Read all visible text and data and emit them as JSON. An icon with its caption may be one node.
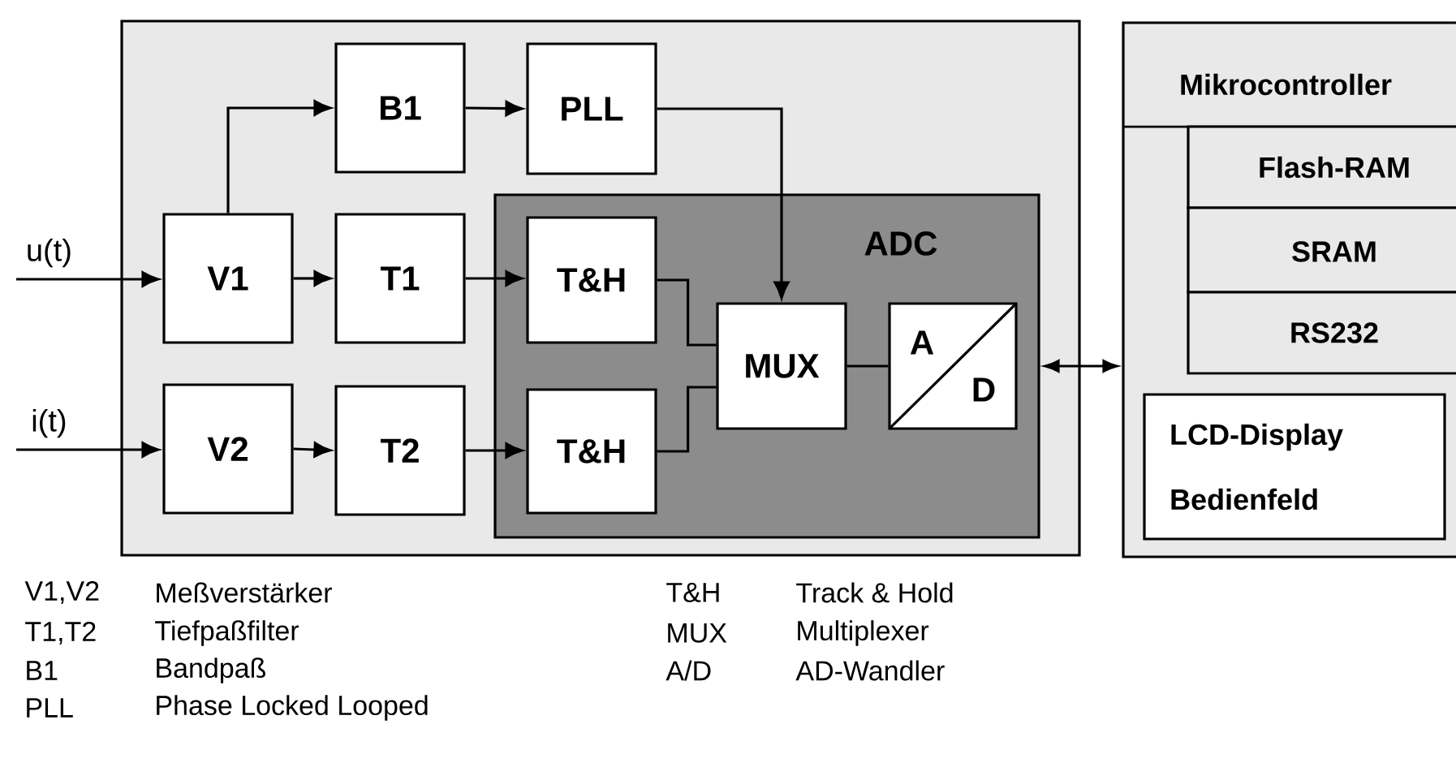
{
  "diagram": {
    "nodes": [
      {
        "text": [
          "u(t)"
        ]
      },
      {
        "text": [
          "i(t)"
        ]
      },
      {
        "text": [],
        "shape": "box"
      },
      {
        "text": [
          "B1"
        ],
        "in": 2
      },
      {
        "text": [
          "PLL"
        ],
        "in": 2
      },
      {
        "text": [
          "V1"
        ],
        "in": 2
      },
      {
        "text": [
          "T1"
        ],
        "in": 2
      },
      {
        "text": [
          "ADC"
        ],
        "in": 2
      },
      {
        "text": [
          "T&H"
        ],
        "in": 7
      },
      {
        "text": [
          "MUX"
        ],
        "in": 7
      },
      {
        "text": [
          "A",
          "D"
        ],
        "in": 7
      },
      {
        "text": [
          "V2"
        ],
        "in": 2
      },
      {
        "text": [
          "T2"
        ],
        "in": 2
      },
      {
        "text": [
          "T&H"
        ],
        "in": 7
      },
      {
        "text": [
          "Mikrocontroller"
        ]
      },
      {
        "text": [
          "Flash-RAM"
        ],
        "in": 14
      },
      {
        "text": [
          "SRAM"
        ],
        "in": 14
      },
      {
        "text": [
          "RS232"
        ],
        "in": 14
      },
      {
        "text": [
          "LCD-Display Bedienfeld"
        ],
        "in": 14
      }
    ],
    "edges": [
      {
        "from": 0,
        "to": 5,
        "arrow": "to"
      },
      {
        "from": 1,
        "to": 11,
        "arrow": "to"
      },
      {
        "from": 5,
        "to": 3,
        "arrow": "to"
      },
      {
        "from": 3,
        "to": 4,
        "arrow": "to"
      },
      {
        "from": 4,
        "to": 9,
        "arrow": "to"
      },
      {
        "from": 5,
        "to": 6,
        "arrow": "to"
      },
      {
        "from": 6,
        "to": 8,
        "arrow": "to"
      },
      {
        "from": 11,
        "to": 12,
        "arrow": "to"
      },
      {
        "from": 12,
        "to": 13,
        "arrow": "to"
      },
      {
        "from": 8,
        "to": 9,
        "arrow": "none"
      },
      {
        "from": 13,
        "to": 9,
        "arrow": "none"
      },
      {
        "from": 9,
        "to": 10,
        "arrow": "none"
      },
      {
        "from": 7,
        "to": 14,
        "arrow": "both"
      }
    ],
    "labels": [
      "V1,V2",
      "Meßverstärker",
      "T&H",
      "Track & Hold",
      "T1,T2",
      "Tiefpaßfilter",
      "MUX",
      "Multiplexer",
      "B1",
      "Bandpaß",
      "A/D",
      "AD-Wandler",
      "PLL",
      "Phase Locked Looped"
    ]
  }
}
